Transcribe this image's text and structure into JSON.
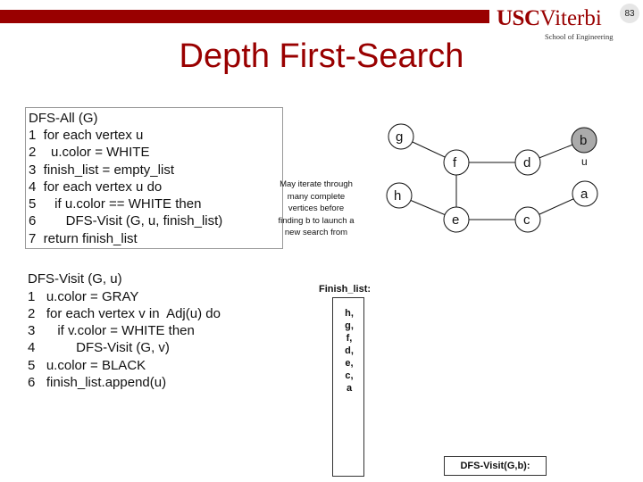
{
  "slide": {
    "page_number": "83",
    "title": "Depth First-Search",
    "logo": {
      "main_usc": "USC",
      "main_viterbi": "Viterbi",
      "sub": "School of Engineering"
    }
  },
  "dfs_all": [
    "DFS-All (G)",
    "1  for each vertex u",
    "2    u.color = WHITE",
    "3  finish_list = empty_list",
    "4  for each vertex u do",
    "5     if u.color == WHITE then",
    "6        DFS-Visit (G, u, finish_list)",
    "7  return finish_list"
  ],
  "dfs_visit": [
    "DFS-Visit (G, u)",
    "1   u.color = GRAY",
    "2   for each vertex v in  Adj(u) do",
    "3      if v.color = WHITE then",
    "4           DFS-Visit (G, v)",
    "5   u.color = BLACK",
    "6   finish_list.append(u)"
  ],
  "note": [
    "May iterate through",
    "many complete",
    "vertices before",
    "finding b to launch a",
    "new search from"
  ],
  "finish": {
    "label": "Finish_list:",
    "items": [
      "h,",
      "g,",
      "f,",
      "d,",
      "e,",
      "c,",
      "a"
    ]
  },
  "visit_label": "DFS-Visit(G,b):",
  "graph": {
    "nodes": [
      {
        "id": "g",
        "label": "g"
      },
      {
        "id": "b",
        "label": "b"
      },
      {
        "id": "f",
        "label": "f"
      },
      {
        "id": "d",
        "label": "d"
      },
      {
        "id": "h",
        "label": "h"
      },
      {
        "id": "a",
        "label": "a"
      },
      {
        "id": "e",
        "label": "e"
      },
      {
        "id": "c",
        "label": "c"
      }
    ],
    "edges": [
      [
        "g",
        "f"
      ],
      [
        "f",
        "d"
      ],
      [
        "d",
        "b"
      ],
      [
        "f",
        "e"
      ],
      [
        "h",
        "e"
      ],
      [
        "e",
        "c"
      ],
      [
        "c",
        "a"
      ]
    ],
    "annotation": "u"
  }
}
